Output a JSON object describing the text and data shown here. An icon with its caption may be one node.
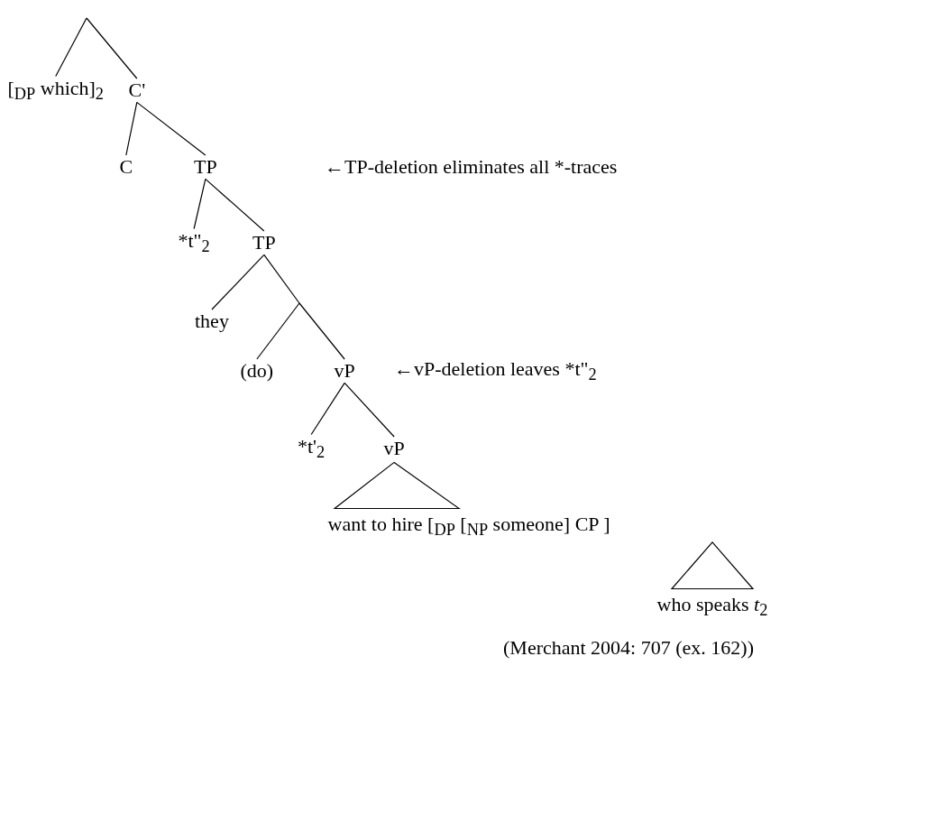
{
  "diagram": {
    "caption": "(Merchant 2004: 707 (ex. 162))",
    "nodes": [
      {
        "text": [
          "[$_{DP}$ which]$_{2}$"
        ]
      },
      {
        "text": [
          "C'"
        ]
      },
      {
        "text": [
          "C"
        ]
      },
      {
        "text": [
          "TP"
        ]
      },
      {
        "text": [
          "*t\"$_{2}$"
        ]
      },
      {
        "text": [
          "TP"
        ]
      },
      {
        "text": [
          "they"
        ]
      },
      {
        "text": [
          "(do)"
        ]
      },
      {
        "text": [
          "vP"
        ]
      },
      {
        "text": [
          "*t'$_{2}$"
        ]
      },
      {
        "text": [
          "vP"
        ]
      },
      {
        "text": [
          "want to hire [$_{DP}$ [$_{NP}$ someone] CP  ]"
        ]
      },
      {
        "text": [
          "who speaks *t*$_{2}$"
        ]
      }
    ],
    "edges": [
      {
        "from": null,
        "to": 0,
        "arrow": "none"
      },
      {
        "from": null,
        "to": 1,
        "arrow": "none"
      },
      {
        "from": 1,
        "to": 2,
        "arrow": "none"
      },
      {
        "from": 1,
        "to": 3,
        "arrow": "none"
      },
      {
        "from": 3,
        "to": 4,
        "arrow": "none"
      },
      {
        "from": 3,
        "to": 5,
        "arrow": "none"
      },
      {
        "from": 5,
        "to": 6,
        "arrow": "none"
      },
      {
        "from": 5,
        "to": null,
        "arrow": "none"
      },
      {
        "from": null,
        "to": 7,
        "arrow": "none"
      },
      {
        "from": null,
        "to": 8,
        "arrow": "none"
      },
      {
        "from": 8,
        "to": 9,
        "arrow": "none"
      },
      {
        "from": 8,
        "to": 10,
        "arrow": "none"
      },
      {
        "from": 10,
        "to": 11,
        "arrow": "none"
      },
      {
        "from": 11,
        "to": 12,
        "arrow": "none"
      }
    ],
    "labels": [
      "←TP-deletion eliminates all *-traces",
      "←vP-deletion leaves *t\"$_{2}$"
    ]
  }
}
